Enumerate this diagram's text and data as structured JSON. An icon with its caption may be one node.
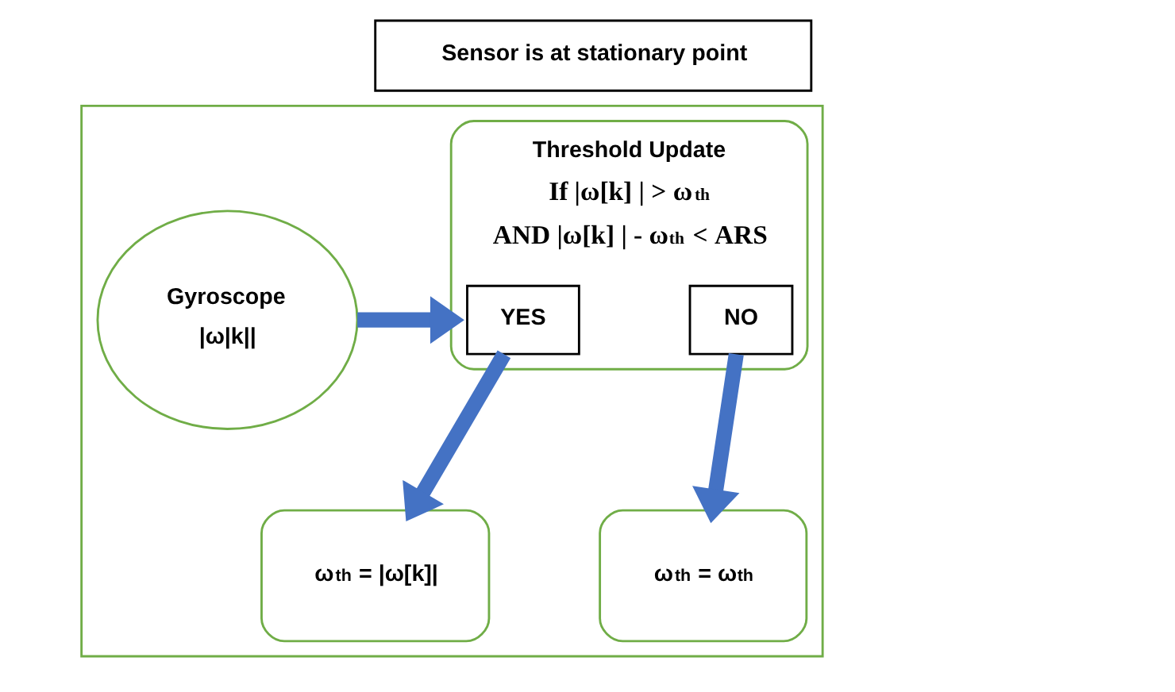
{
  "diagram": {
    "nodes": [
      {
        "text": [],
        "shape": "box"
      },
      {
        "text": [
          "Sensor is at stationary point"
        ]
      },
      {
        "text": [
          "Gyroscope",
          "|ω|k||"
        ],
        "in": 0
      },
      {
        "text": [
          "Threshold Update",
          "If |ω[k] | > ω$_{th}$",
          "AND |ω[k] | - ω$_{th}$ < ARS"
        ],
        "in": 0
      },
      {
        "text": [
          "YES"
        ],
        "in": 3
      },
      {
        "text": [
          "NO"
        ],
        "in": 3
      },
      {
        "text": [
          "ω$_{th}$ = |ω[k]|"
        ],
        "in": 0
      },
      {
        "text": [
          "ω$_{th}$ = ω$_{th}$"
        ],
        "in": 0
      }
    ],
    "edges": [
      {
        "from": 2,
        "to": 3,
        "arrow": "to"
      },
      {
        "from": 4,
        "to": 6,
        "arrow": "to"
      },
      {
        "from": 5,
        "to": 7,
        "arrow": "to"
      }
    ]
  }
}
